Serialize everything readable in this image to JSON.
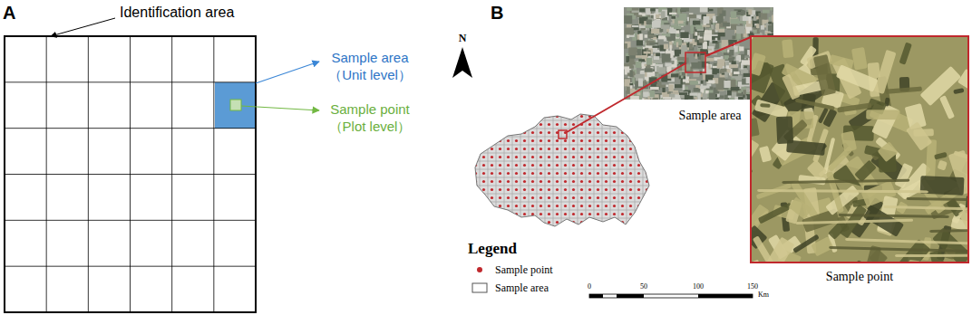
{
  "diagram": {
    "labels": [
      "A",
      "Identification area",
      "Sample area （Unit level）",
      "Sample point （Plot level）",
      "B",
      "N",
      "Sample area",
      "Sample point",
      "Legend",
      "0",
      "50",
      "100",
      "150",
      "Km"
    ],
    "legend": [
      {
        "text": "Sample point"
      },
      {
        "text": "Sample area"
      }
    ]
  }
}
